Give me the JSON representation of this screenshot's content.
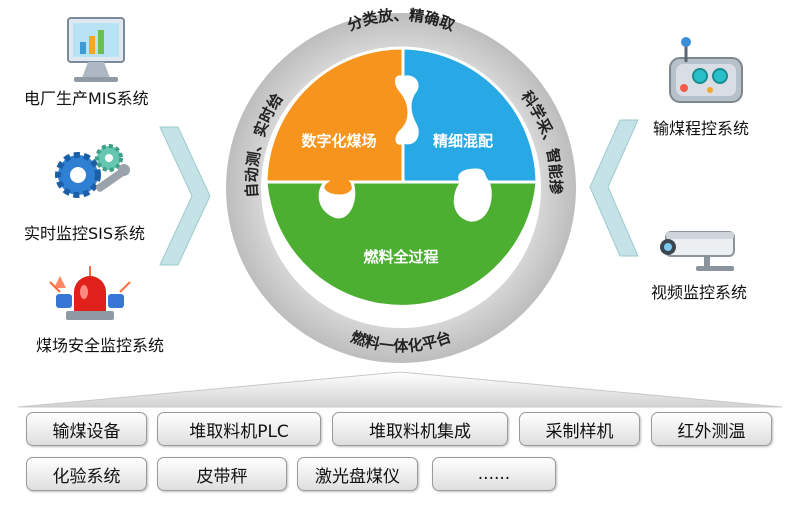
{
  "left_systems": [
    {
      "label": "电厂生产MIS系统",
      "icon": "monitor-chart-icon"
    },
    {
      "label": "实时监控SIS系统",
      "icon": "gears-wrench-icon"
    },
    {
      "label": "煤场安全监控系统",
      "icon": "alarm-siren-icon"
    }
  ],
  "right_systems": [
    {
      "label": "输煤程控系统",
      "icon": "joystick-controller-icon"
    },
    {
      "label": "视频监控系统",
      "icon": "surveillance-camera-icon"
    }
  ],
  "ring": {
    "top_text": "分类放、精确取",
    "left_text": "自动测、实时给",
    "right_text": "科学采、智能掺",
    "bottom_text": "燃料一体化平台"
  },
  "puzzle": {
    "top_left": "数字化煤场",
    "top_right": "精细混配",
    "bottom": "燃料全过程"
  },
  "bottom_row1": [
    "输煤设备",
    "堆取料机PLC",
    "堆取料机集成",
    "采制样机",
    "红外测温"
  ],
  "bottom_row2": [
    "化验系统",
    "皮带秤",
    "激光盘煤仪",
    "......"
  ],
  "colors": {
    "ring": "#c8c8c8",
    "orange": "#f7941d",
    "blue": "#29a8e6",
    "green": "#4caf32",
    "arrow": "#c5e3e6"
  }
}
